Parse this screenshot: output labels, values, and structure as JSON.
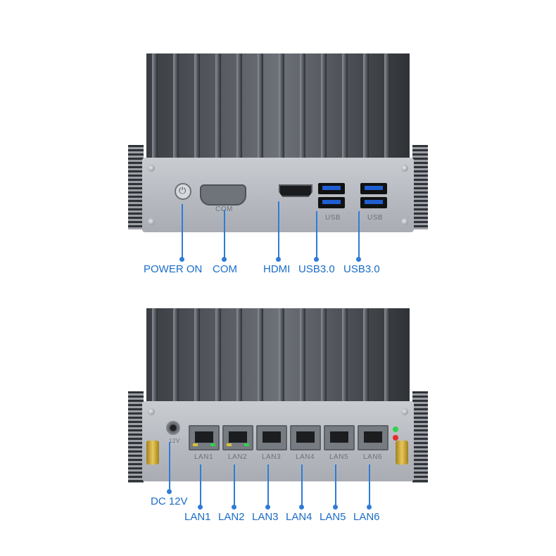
{
  "top_unit": {
    "port_print": {
      "com": "COM",
      "usb_left": "USB",
      "usb_right": "USB"
    },
    "callouts": {
      "power": "POWER ON",
      "com": "COM",
      "hdmi": "HDMI",
      "usb1": "USB3.0",
      "usb2": "USB3.0"
    }
  },
  "bottom_unit": {
    "port_print": {
      "dc": "12V",
      "lan1": "LAN1",
      "lan2": "LAN2",
      "lan3": "LAN3",
      "lan4": "LAN4",
      "lan5": "LAN5",
      "lan6": "LAN6"
    },
    "callouts": {
      "dc": "DC 12V",
      "lan1": "LAN1",
      "lan2": "LAN2",
      "lan3": "LAN3",
      "lan4": "LAN4",
      "lan5": "LAN5",
      "lan6": "LAN6"
    }
  },
  "colors": {
    "accent": "#1a6cc7",
    "usb_blue": "#1f5fd1",
    "led_green": "#2fd24a",
    "led_red": "#e52b2b"
  }
}
